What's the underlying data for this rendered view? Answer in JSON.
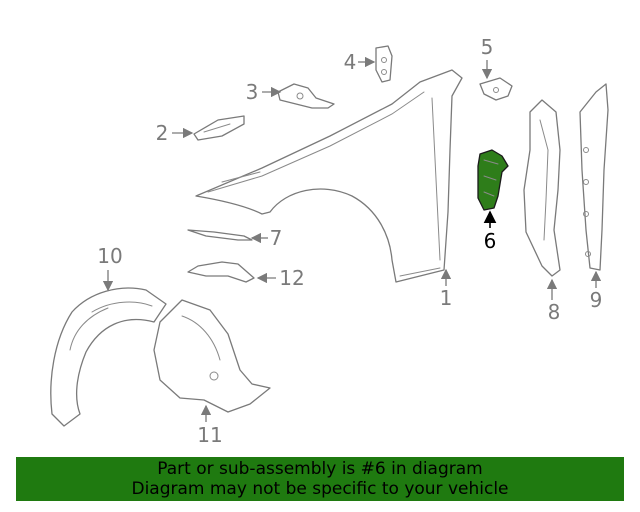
{
  "diagram": {
    "highlight_color": "#2e7d1a",
    "callouts": {
      "c1": "1",
      "c2": "2",
      "c3": "3",
      "c4": "4",
      "c5": "5",
      "c6": "6",
      "c7": "7",
      "c8": "8",
      "c9": "9",
      "c10": "10",
      "c11": "11",
      "c12": "12"
    },
    "highlighted_part": "6"
  },
  "banner": {
    "line1": "Part or sub-assembly is #6 in diagram",
    "line2": "Diagram may not be specific to your vehicle",
    "background": "#1f7a10"
  }
}
